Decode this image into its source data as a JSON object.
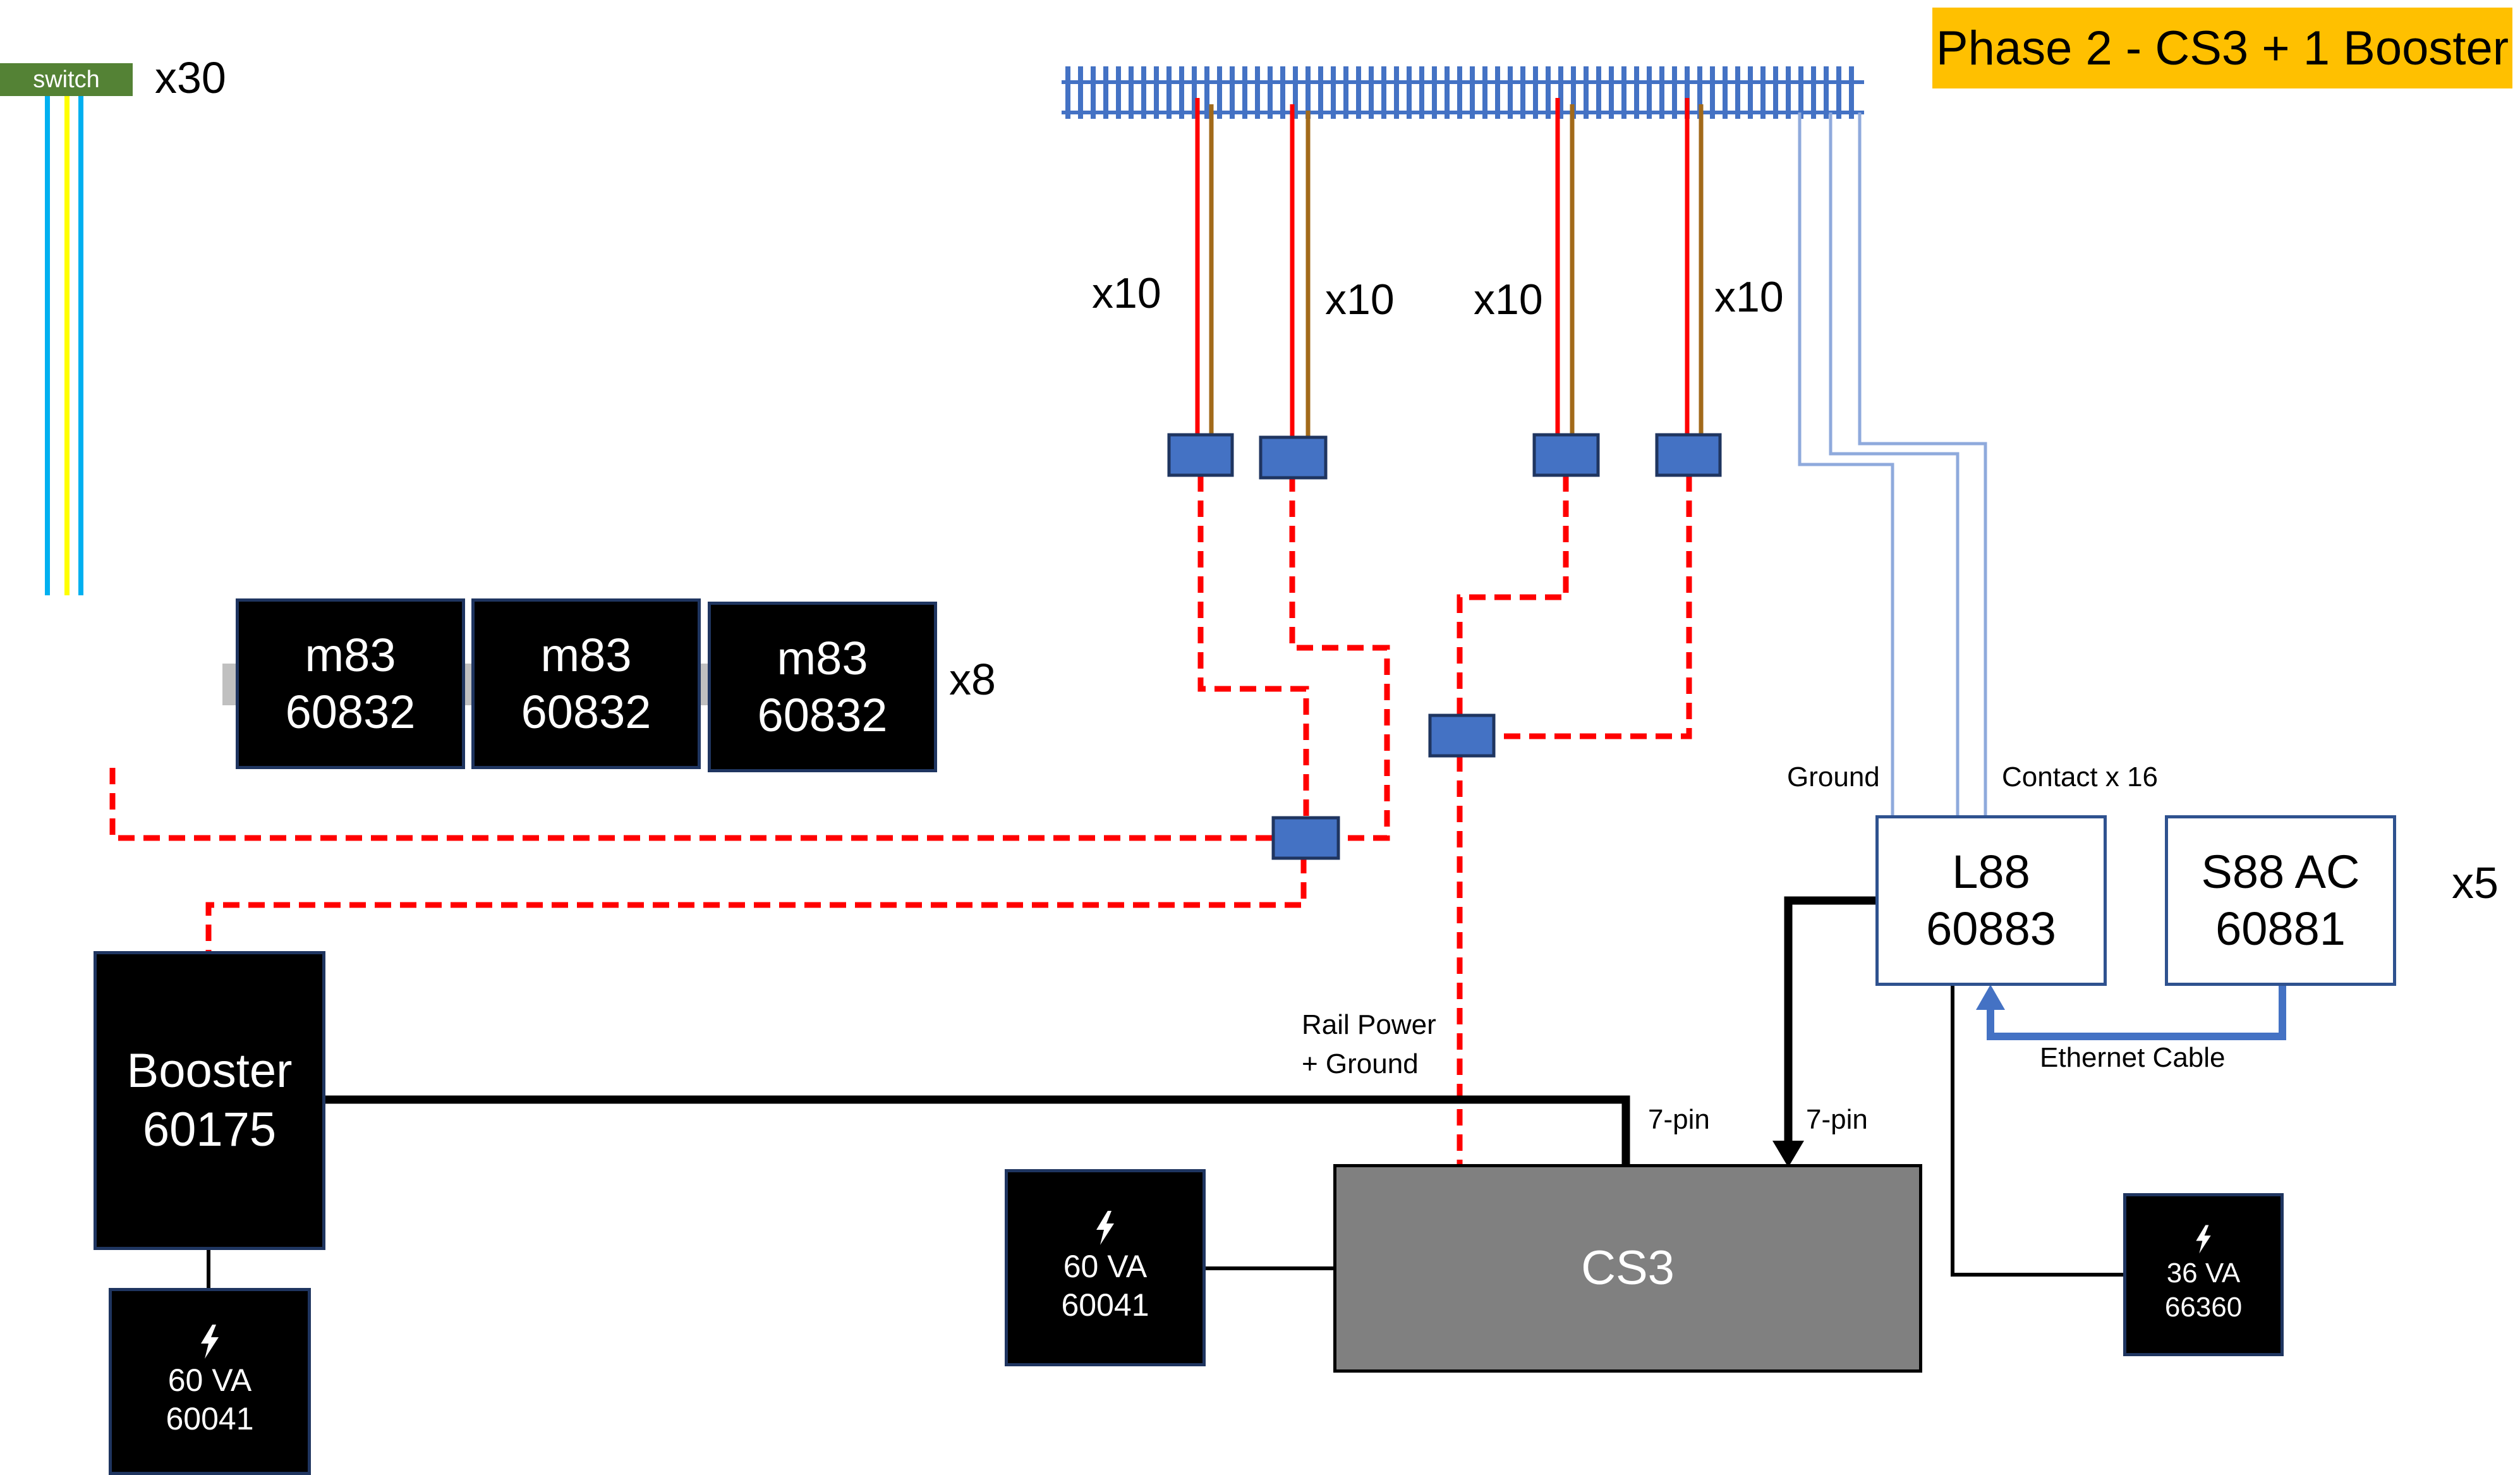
{
  "title": "Phase 2 - CS3 + 1 Booster",
  "switch": {
    "tag": "switch",
    "count": "x30"
  },
  "track": {
    "feeders": [
      "x10",
      "x10",
      "x10",
      "x10"
    ]
  },
  "m83": {
    "modules": [
      {
        "name": "m83",
        "code": "60832"
      },
      {
        "name": "m83",
        "code": "60832"
      },
      {
        "name": "m83",
        "code": "60832"
      }
    ],
    "count": "x8"
  },
  "booster": {
    "name": "Booster",
    "code": "60175"
  },
  "psu_booster": {
    "rating": "60 VA",
    "code": "60041"
  },
  "psu_cs3": {
    "rating": "60 VA",
    "code": "60041"
  },
  "cs3": {
    "name": "CS3"
  },
  "l88": {
    "name": "L88",
    "code": "60883"
  },
  "s88": {
    "name": "S88 AC",
    "code": "60881",
    "count": "x5"
  },
  "psu_l88": {
    "rating": "36 VA",
    "code": "66360"
  },
  "labels": {
    "ground": "Ground",
    "contact": "Contact x 16",
    "rail_power_1": "Rail Power",
    "rail_power_2": "+ Ground",
    "pin_booster": "7-pin",
    "pin_l88": "7-pin",
    "ethernet": "Ethernet Cable"
  },
  "colors": {
    "rail_power": "#ff0000",
    "rail_ground": "#a26a1a",
    "track_blue": "#4472c4",
    "s88_bus": "#8faadc",
    "ethernet": "#4472c4",
    "connector": "#4472c4",
    "banner": "#ffc000",
    "switch_tag": "#548235",
    "cs3_fill": "#808080",
    "wire_blue": "#00b0f0",
    "wire_yellow": "#ffff00"
  }
}
